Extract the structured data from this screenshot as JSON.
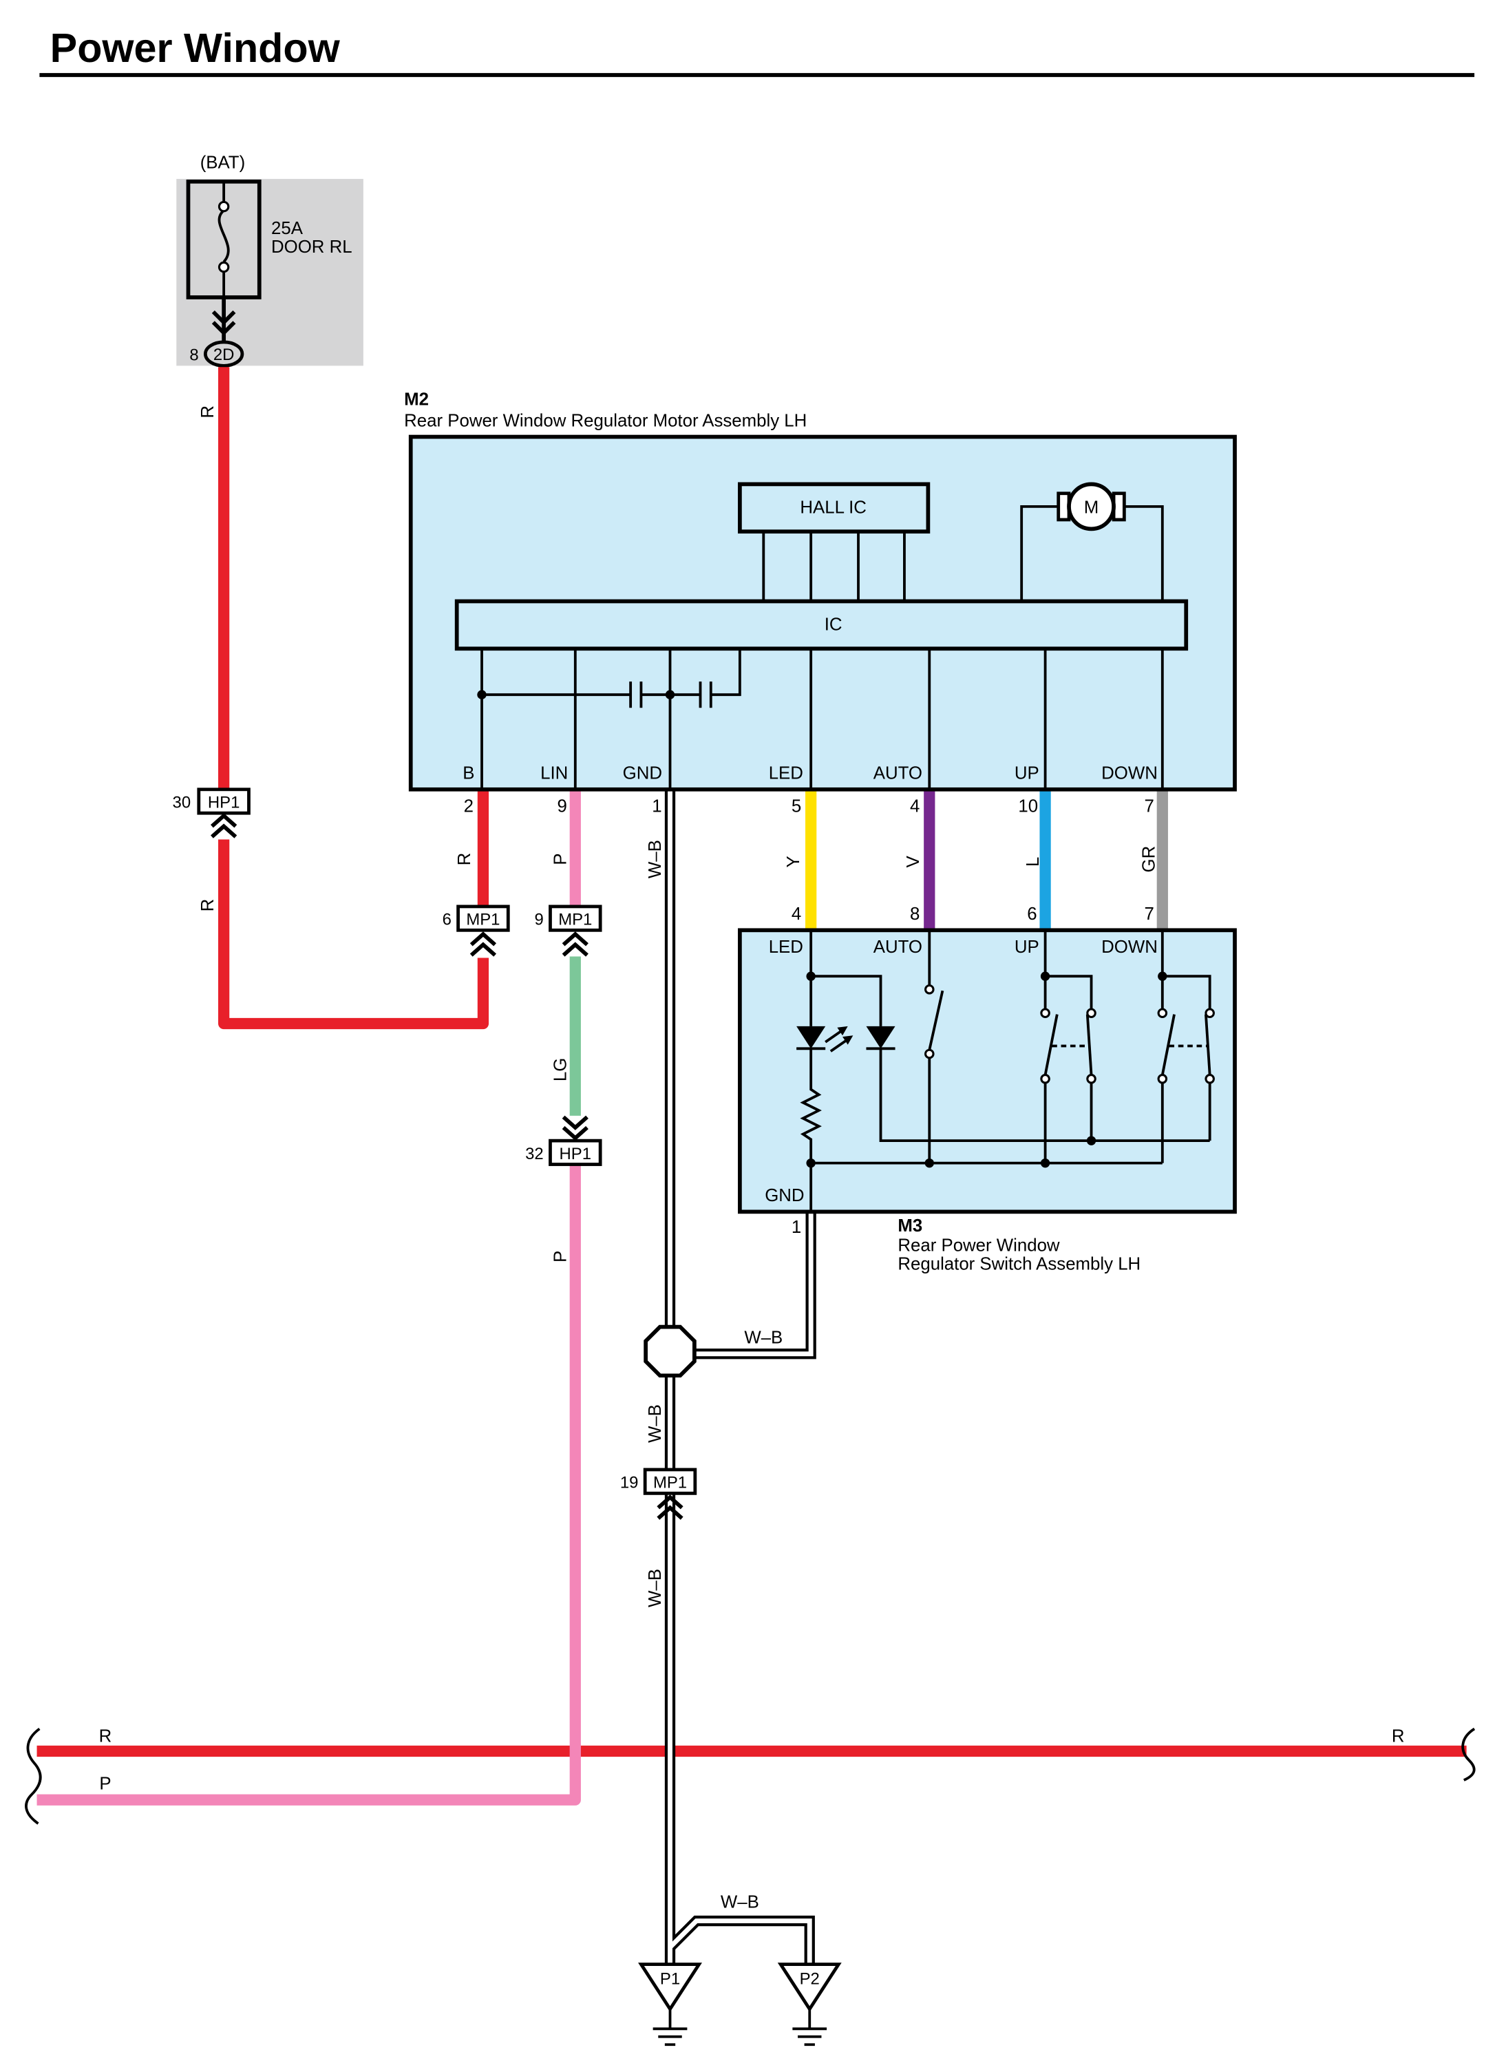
{
  "title": "Power Window",
  "fuse": {
    "source": "(BAT)",
    "rating": "25A",
    "name": "DOOR RL",
    "pin": "8",
    "connector": "2D"
  },
  "m2": {
    "id": "M2",
    "name": "Rear Power Window Regulator Motor Assembly LH",
    "hall_ic": "HALL IC",
    "motor": "M",
    "ic": "IC",
    "pins": [
      {
        "label": "B",
        "number": "2"
      },
      {
        "label": "LIN",
        "number": "9"
      },
      {
        "label": "GND",
        "number": "1"
      },
      {
        "label": "LED",
        "number": "5"
      },
      {
        "label": "AUTO",
        "number": "4"
      },
      {
        "label": "UP",
        "number": "10"
      },
      {
        "label": "DOWN",
        "number": "7"
      }
    ]
  },
  "m3": {
    "id": "M3",
    "name_line1": "Rear Power Window",
    "name_line2": "Regulator Switch Assembly LH",
    "gnd_label": "GND",
    "gnd_pin": "1",
    "pins": [
      {
        "label": "LED",
        "number": "4"
      },
      {
        "label": "AUTO",
        "number": "8"
      },
      {
        "label": "UP",
        "number": "6"
      },
      {
        "label": "DOWN",
        "number": "7"
      }
    ]
  },
  "junctions": {
    "hp1_top": {
      "pin": "30",
      "id": "HP1"
    },
    "mp1_b": {
      "pin": "6",
      "id": "MP1"
    },
    "mp1_lin": {
      "pin": "9",
      "id": "MP1"
    },
    "hp1_lin": {
      "pin": "32",
      "id": "HP1"
    },
    "mp1_gnd": {
      "pin": "19",
      "id": "MP1"
    }
  },
  "wire_labels": {
    "fuse_out": "R",
    "hp1_out": "R",
    "m2_b": "R",
    "m2_lin": "P",
    "m2_gnd": "W–B",
    "m2_led": "Y",
    "m2_auto": "V",
    "m2_up": "L",
    "m2_down": "GR",
    "lin_mid": "LG",
    "lin_low": "P",
    "m3_gnd": "W–B",
    "gnd_mid": "W–B",
    "gnd_low": "W–B",
    "bus_r_left": "R",
    "bus_r_right": "R",
    "bus_p_left": "P",
    "ground_branch": "W–B"
  },
  "grounds": [
    {
      "id": "P1"
    },
    {
      "id": "P2"
    }
  ],
  "colors": {
    "red": "#e8202a",
    "pink": "#f386b8",
    "green": "#7cc799",
    "yellow": "#ffe100",
    "purple": "#76288f",
    "blue": "#1ca4e2",
    "gray": "#9b9b9b",
    "module_fill": "#cdebf8",
    "fuse_fill": "#d5d5d6"
  }
}
